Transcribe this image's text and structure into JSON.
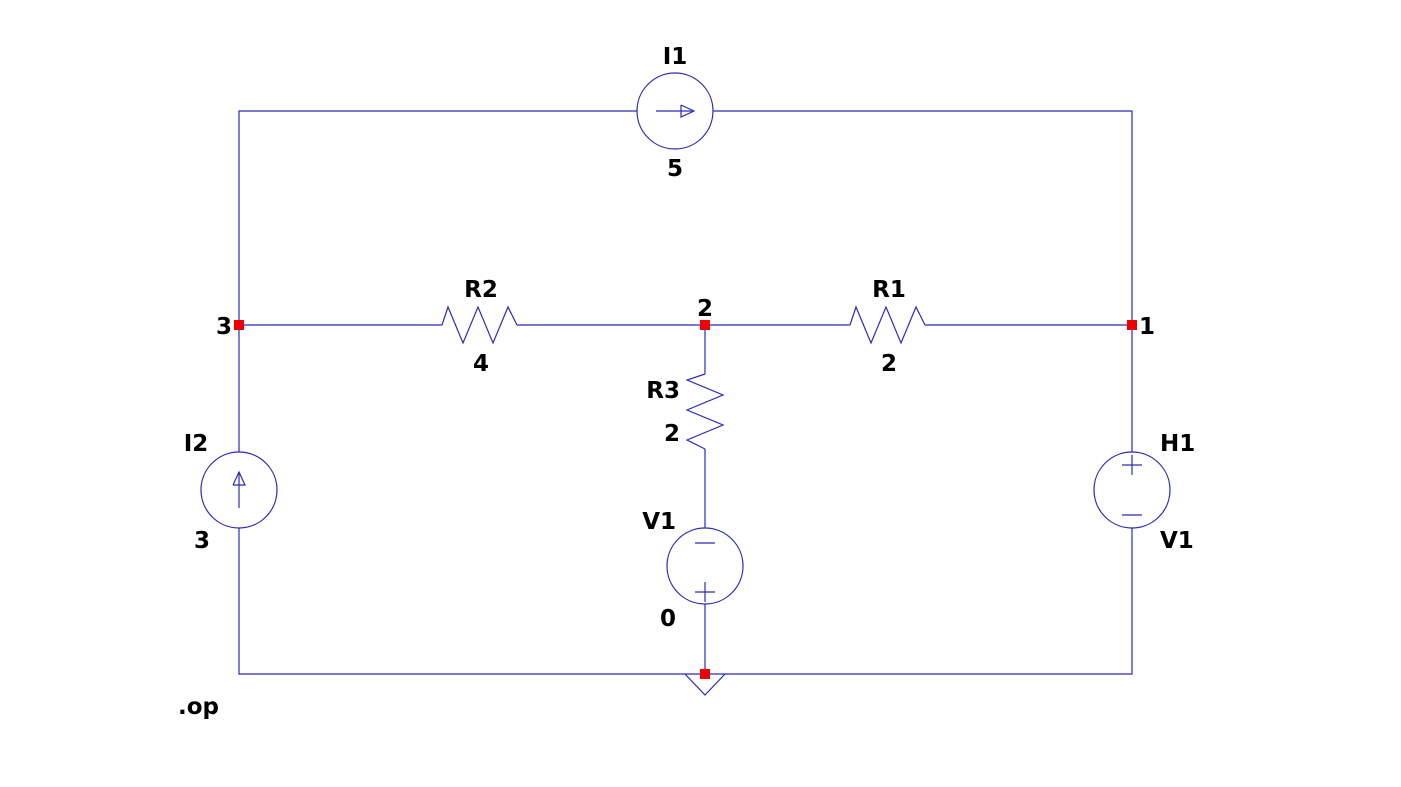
{
  "components": {
    "I1": {
      "name": "I1",
      "value": "5"
    },
    "I2": {
      "name": "I2",
      "value": "3"
    },
    "R1": {
      "name": "R1",
      "value": "2"
    },
    "R2": {
      "name": "R2",
      "value": "4"
    },
    "R3": {
      "name": "R3",
      "value": "2"
    },
    "V1": {
      "name": "V1",
      "value": "0"
    },
    "H1": {
      "name": "H1",
      "value": "V1"
    }
  },
  "nodes": {
    "n1": "1",
    "n2": "2",
    "n3": "3"
  },
  "directive": ".op",
  "colors": {
    "wire": "#2b2bb8",
    "node": "#ee0000",
    "text": "#000000",
    "background": "#ffffff"
  }
}
